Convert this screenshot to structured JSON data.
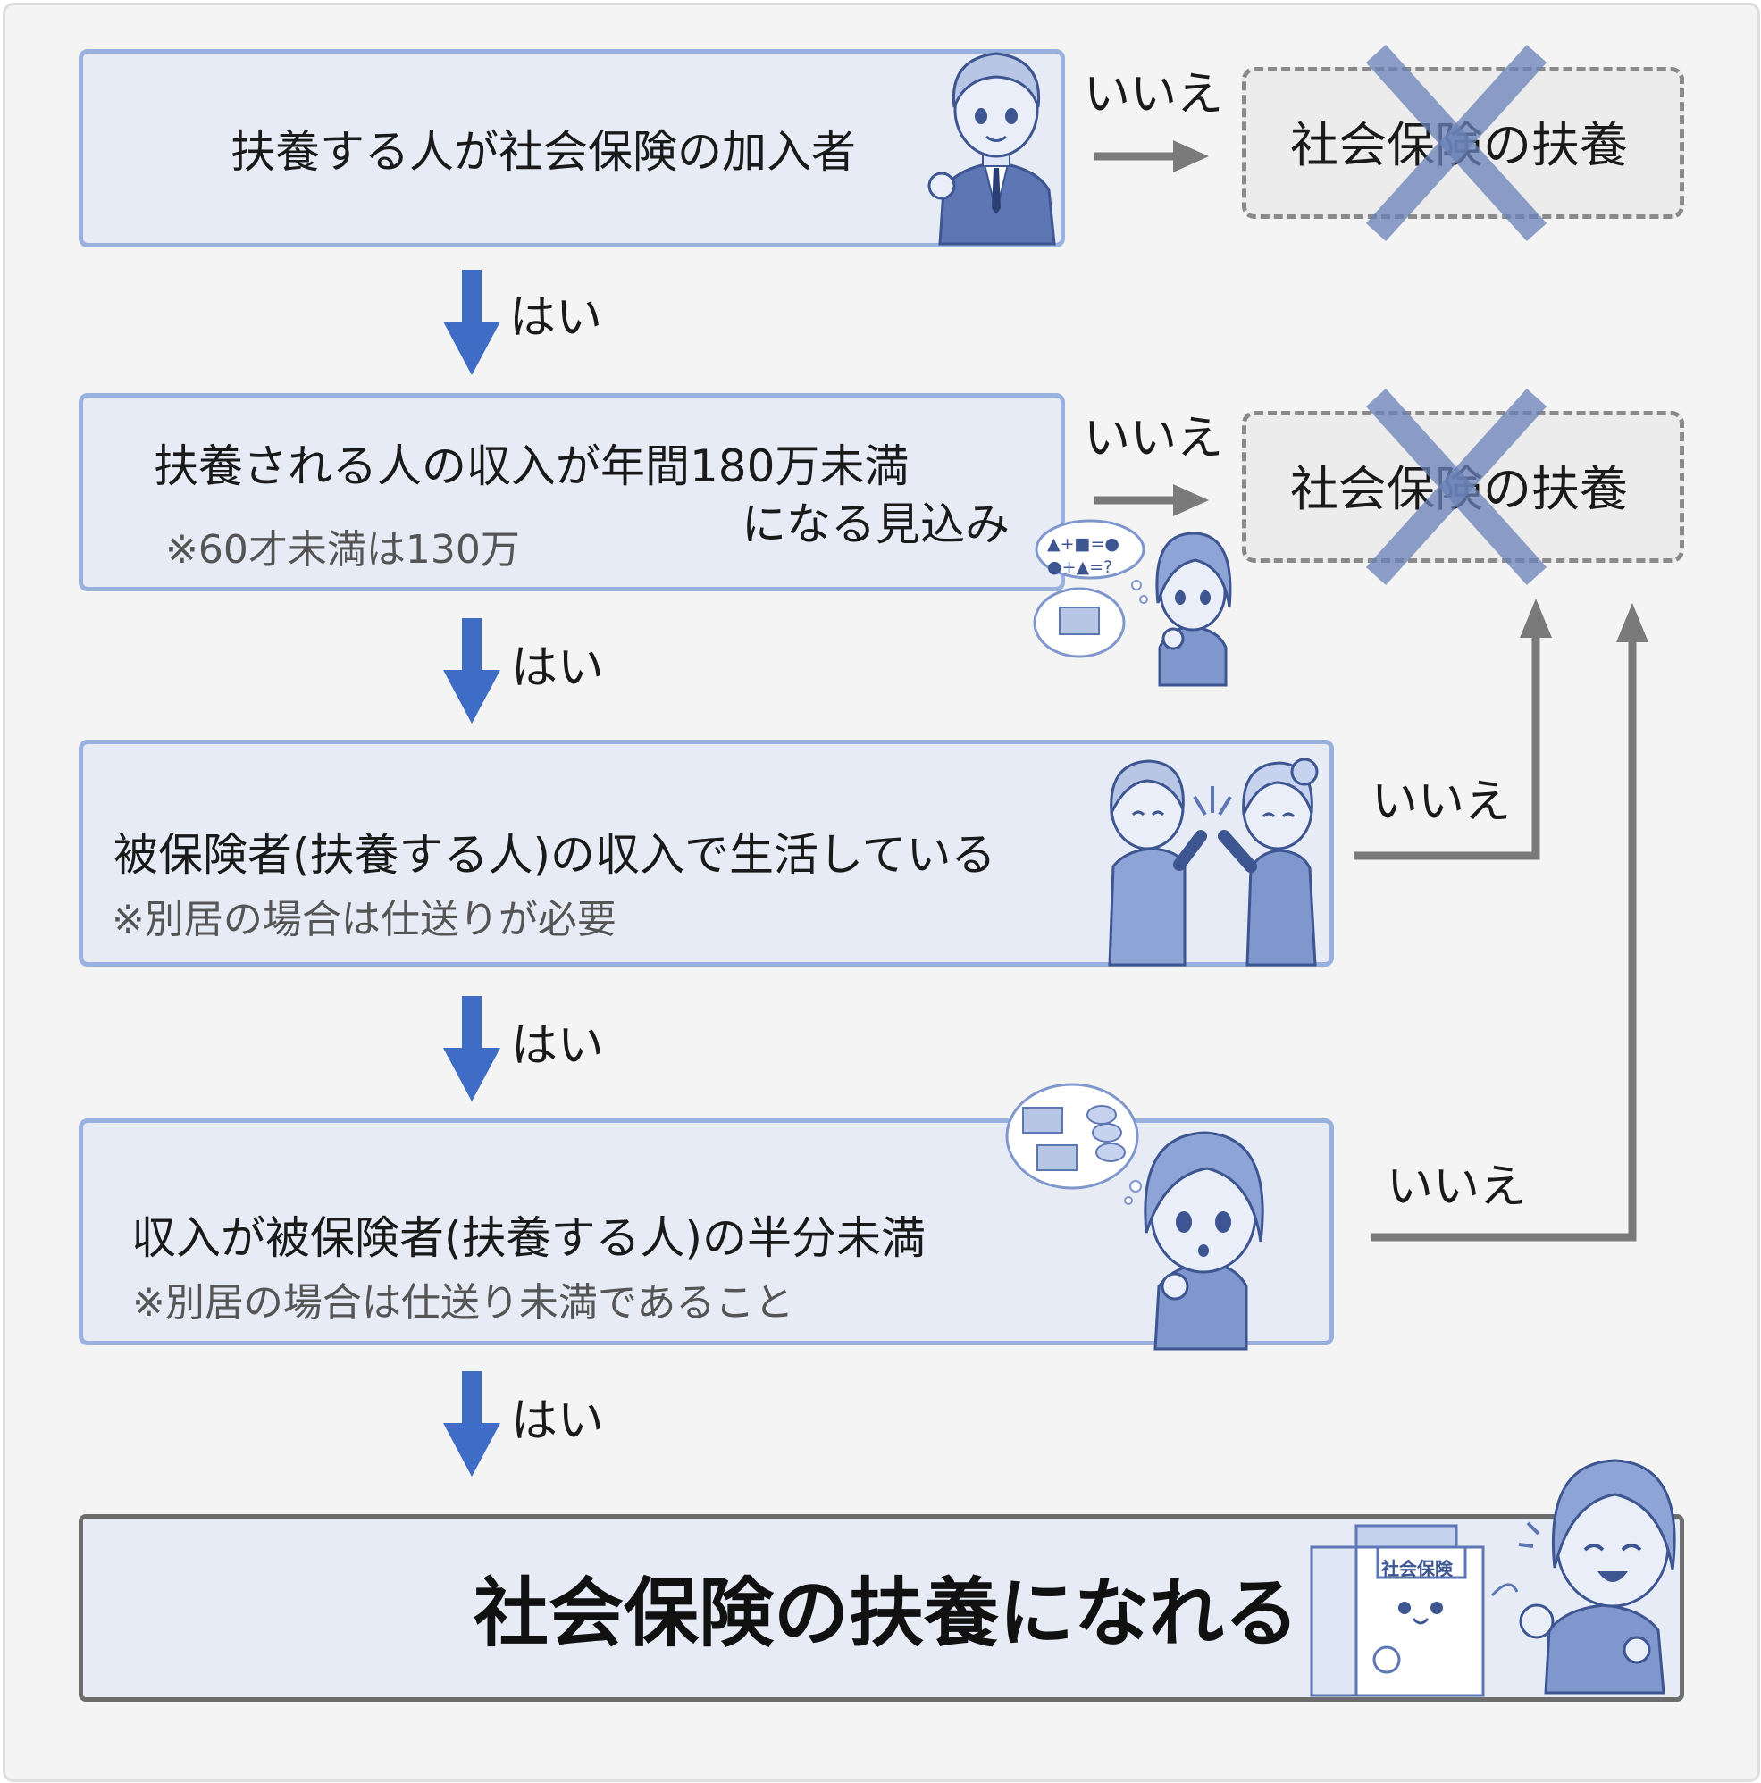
{
  "colors": {
    "box_fill": "#e6ebf6",
    "box_border": "#98b1de",
    "yes_arrow": "#3f6cc4",
    "no_arrow": "#7a7a7a",
    "cross": "#6a82b8",
    "illustration": "#7f97cc"
  },
  "steps": [
    {
      "text": "扶養する人が社会保険の加入者",
      "no_label": "いいえ",
      "yes_label": "はい"
    },
    {
      "text_line1": "扶養される人の収入が年間180万未満",
      "text_line2": "になる見込み",
      "note": "※60才未満は130万",
      "no_label": "いいえ",
      "yes_label": "はい"
    },
    {
      "text": "被保険者(扶養する人)の収入で生活している",
      "note": "※別居の場合は仕送りが必要",
      "no_label": "いいえ",
      "yes_label": "はい"
    },
    {
      "text": "収入が被保険者(扶養する人)の半分未満",
      "note": "※別居の場合は仕送り未満であること",
      "no_label": "いいえ",
      "yes_label": "はい"
    }
  ],
  "not_eligible": [
    "社会保険の扶養",
    "社会保険の扶養"
  ],
  "result": "社会保険の扶養になれる",
  "illustrations": {
    "math_bubble": "▲+■=●  ●+▲=?",
    "building_sign": "社会保険"
  }
}
